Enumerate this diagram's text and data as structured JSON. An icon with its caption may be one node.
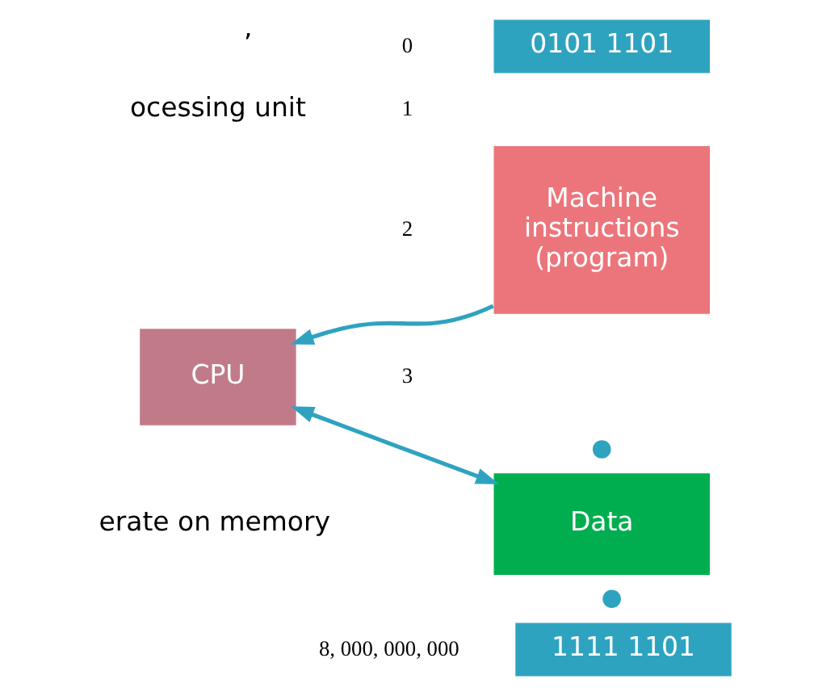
{
  "diagram": {
    "nodes": [
      {
        "text": [
          "CPU"
        ]
      },
      {
        "text": [
          "0101 1101"
        ]
      },
      {
        "text": [
          "Machine instructions (program)"
        ]
      },
      {
        "text": [],
        "shape": "circle"
      },
      {
        "text": [
          "Data"
        ]
      },
      {
        "text": [],
        "shape": "circle"
      },
      {
        "text": [
          "1111 1101"
        ]
      }
    ],
    "edges": [
      {
        "from": 2,
        "to": 0,
        "arrow": "to"
      },
      {
        "from": 0,
        "to": 4,
        "arrow": "both"
      }
    ],
    "labels": [
      "’",
      "ocessing unit",
      "0",
      "1",
      "2",
      "3",
      "erate on memory",
      "8, 000, 000, 000"
    ]
  }
}
